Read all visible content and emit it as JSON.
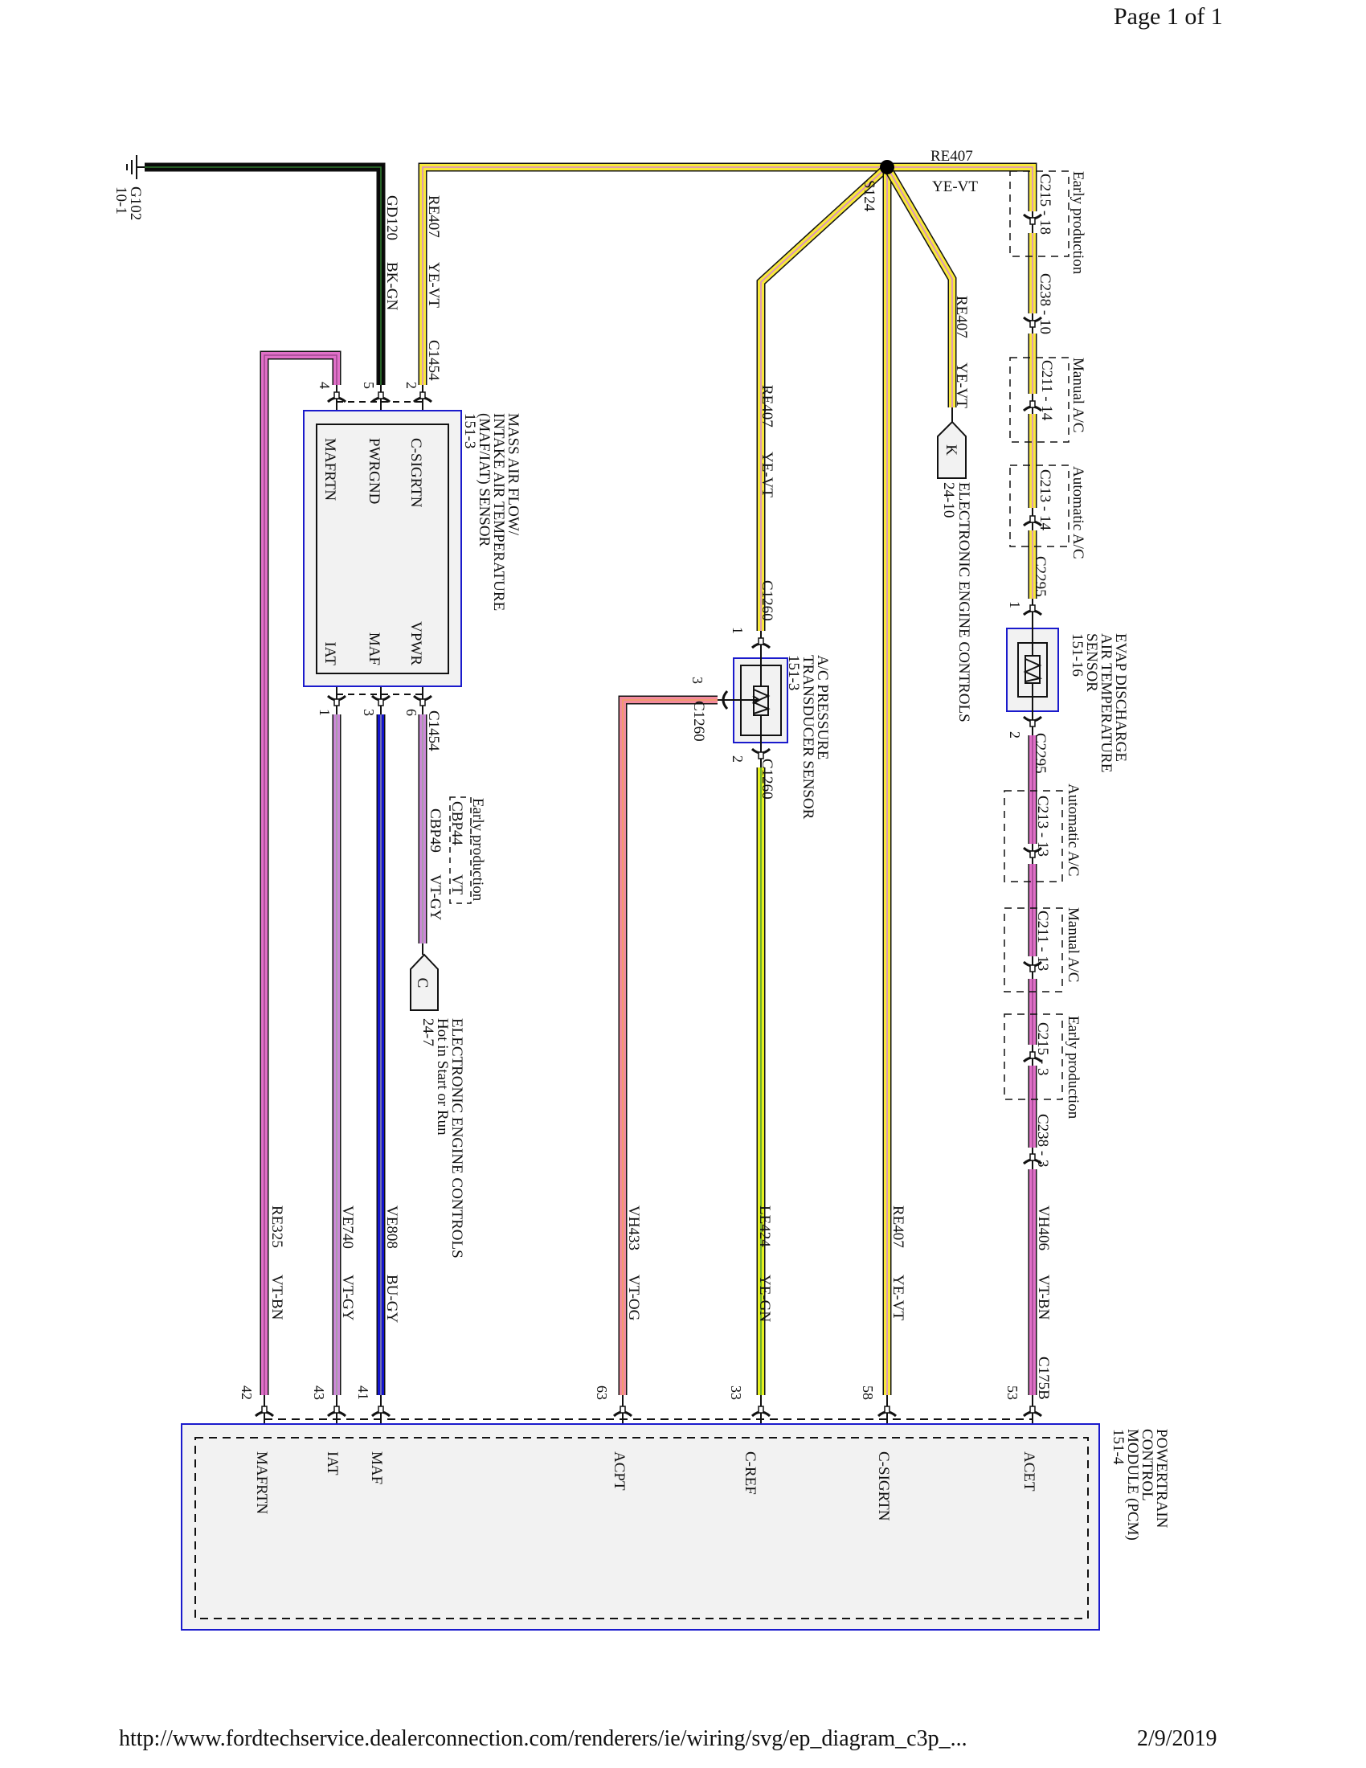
{
  "header": {
    "page": "Page 1 of 1"
  },
  "footer": {
    "url": "http://www.fordtechservice.dealerconnection.com/renderers/ie/wiring/svg/ep_diagram_c3p_...",
    "date": "2/9/2019"
  },
  "colors": {
    "box_border": "#1a1acc",
    "box_fill": "#f2f2f2",
    "YE-VT": "#f7e83a",
    "BK-GN": "#0a0a0a",
    "VT-BN": "#e070c8",
    "VT-GY": "#cc88d8",
    "BU-GY": "#1414cc",
    "VT-OG": "#f28a9c",
    "YE-GN": "#e6f020"
  },
  "ground": {
    "id": "G102",
    "ref": "10-1"
  },
  "splice": {
    "id": "S124"
  },
  "maf_sensor": {
    "title": [
      "MASS AIR FLOW/",
      "INTAKE AIR TEMPERATURE",
      "(MAF/IAT) SENSOR",
      "151-3"
    ],
    "connector": "C1454",
    "pins_top": [
      {
        "num": "4",
        "name": "MAFRTN"
      },
      {
        "num": "5",
        "name": "PWRGND"
      },
      {
        "num": "2",
        "name": "C-SIGRTN"
      }
    ],
    "pins_bottom": [
      {
        "num": "1",
        "name": "IAT"
      },
      {
        "num": "3",
        "name": "MAF"
      },
      {
        "num": "6",
        "name": "VPWR"
      }
    ]
  },
  "wires": {
    "gd120": {
      "circuit": "GD120",
      "color": "BK-GN"
    },
    "re407_maf": {
      "circuit": "RE407",
      "color": "YE-VT"
    },
    "re407_top": {
      "circuit": "RE407",
      "color": "YE-VT"
    },
    "re407_acp": {
      "circuit": "RE407",
      "color": "YE-VT"
    },
    "re407_k": {
      "circuit": "RE407",
      "color": "YE-VT"
    },
    "cbp49": {
      "circuit": "CBP49",
      "color": "VT-GY",
      "alt_circuit": "CBP44",
      "alt_color": "VT",
      "alt_note": "Early production"
    },
    "re325": {
      "circuit": "RE325",
      "color": "VT-BN"
    },
    "ve740": {
      "circuit": "VE740",
      "color": "VT-GY"
    },
    "ve808": {
      "circuit": "VE808",
      "color": "BU-GY"
    },
    "vh433": {
      "circuit": "VH433",
      "color": "VT-OG"
    },
    "le424": {
      "circuit": "LE424",
      "color": "YE-GN"
    },
    "re407_pcm": {
      "circuit": "RE407",
      "color": "YE-VT"
    },
    "vh406": {
      "circuit": "VH406",
      "color": "VT-BN"
    }
  },
  "ref_c": {
    "letter": "C",
    "lines": [
      "ELECTRONIC ENGINE CONTROLS",
      "Hot in Start or Run",
      "24-7"
    ]
  },
  "ref_k": {
    "letter": "K",
    "lines": [
      "ELECTRONIC ENGINE CONTROLS",
      "24-10"
    ]
  },
  "acp_sensor": {
    "title": [
      "A/C PRESSURE",
      "TRANSDUCER SENSOR",
      "151-3"
    ],
    "connector": "C1260",
    "pins": [
      "1",
      "3",
      "2"
    ]
  },
  "evap_sensor": {
    "title": [
      "EVAP DISCHARGE",
      "AIR TEMPERATURE",
      "SENSOR",
      "151-16"
    ],
    "connector": "C2295",
    "pins": [
      "1",
      "2"
    ]
  },
  "inline_top": [
    {
      "label": "C215 - 18",
      "note": "Early production"
    },
    {
      "label": "C238 - 10",
      "note": ""
    },
    {
      "label": "C211 - 14",
      "note": "Manual A/C"
    },
    {
      "label": "C213 - 14",
      "note": "Automatic A/C"
    }
  ],
  "inline_bottom": [
    {
      "label": "C213 - 13",
      "note": "Automatic A/C"
    },
    {
      "label": "C211 - 13",
      "note": "Manual A/C"
    },
    {
      "label": "C215 - 3",
      "note": "Early production"
    },
    {
      "label": "C238 - 3",
      "note": ""
    }
  ],
  "pcm": {
    "title": [
      "POWERTRAIN",
      "CONTROL",
      "MODULE (PCM)",
      "151-4"
    ],
    "connector": "C175B",
    "pins": [
      {
        "num": "42",
        "name": "MAFRTN"
      },
      {
        "num": "43",
        "name": "IAT"
      },
      {
        "num": "41",
        "name": "MAF"
      },
      {
        "num": "63",
        "name": "ACPT"
      },
      {
        "num": "33",
        "name": "C-REF"
      },
      {
        "num": "58",
        "name": "C-SIGRTN"
      },
      {
        "num": "53",
        "name": "ACET"
      }
    ]
  }
}
